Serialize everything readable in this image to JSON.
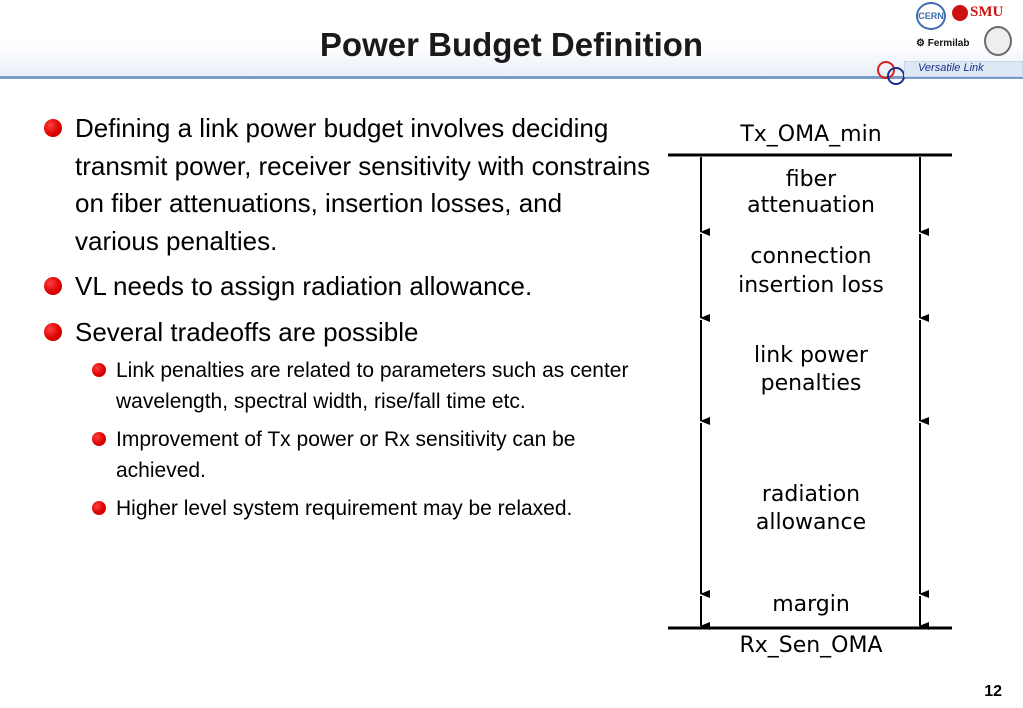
{
  "title": "Power Budget Definition",
  "header": {
    "versatile_link": "Versatile Link",
    "logo_smu": "SMU",
    "logo_fermilab": "Fermilab",
    "logo_cern": "CERN"
  },
  "bullets": [
    {
      "level": 1,
      "text": "Defining a link power budget involves deciding transmit power, receiver sensitivity with constrains on fiber attenuations, insertion losses, and various penalties."
    },
    {
      "level": 1,
      "text": "VL needs to assign radiation allowance."
    },
    {
      "level": 1,
      "text": "Several tradeoffs are possible"
    },
    {
      "level": 2,
      "text": "Link penalties are related to parameters such as center wavelength, spectral width, rise/fall time etc."
    },
    {
      "level": 2,
      "text": "Improvement of Tx power or Rx sensitivity can be achieved."
    },
    {
      "level": 2,
      "text": "Higher level system requirement may be relaxed."
    }
  ],
  "diagram": {
    "top_label": "Tx_OMA_min",
    "bottom_label": "Rx_Sen_OMA",
    "segments": [
      {
        "line1": "fiber",
        "line2": "attenuation"
      },
      {
        "line1": "connection",
        "line2": "insertion loss"
      },
      {
        "line1": "link power",
        "line2": "penalties"
      },
      {
        "line1": "radiation",
        "line2": "allowance"
      },
      {
        "line1": "margin",
        "line2": ""
      }
    ]
  },
  "page_number": "12",
  "colors": {
    "bullet_red": "#dd0000",
    "header_rule": "#7b9cc8",
    "versatile_link_text": "#1b2e8a"
  }
}
